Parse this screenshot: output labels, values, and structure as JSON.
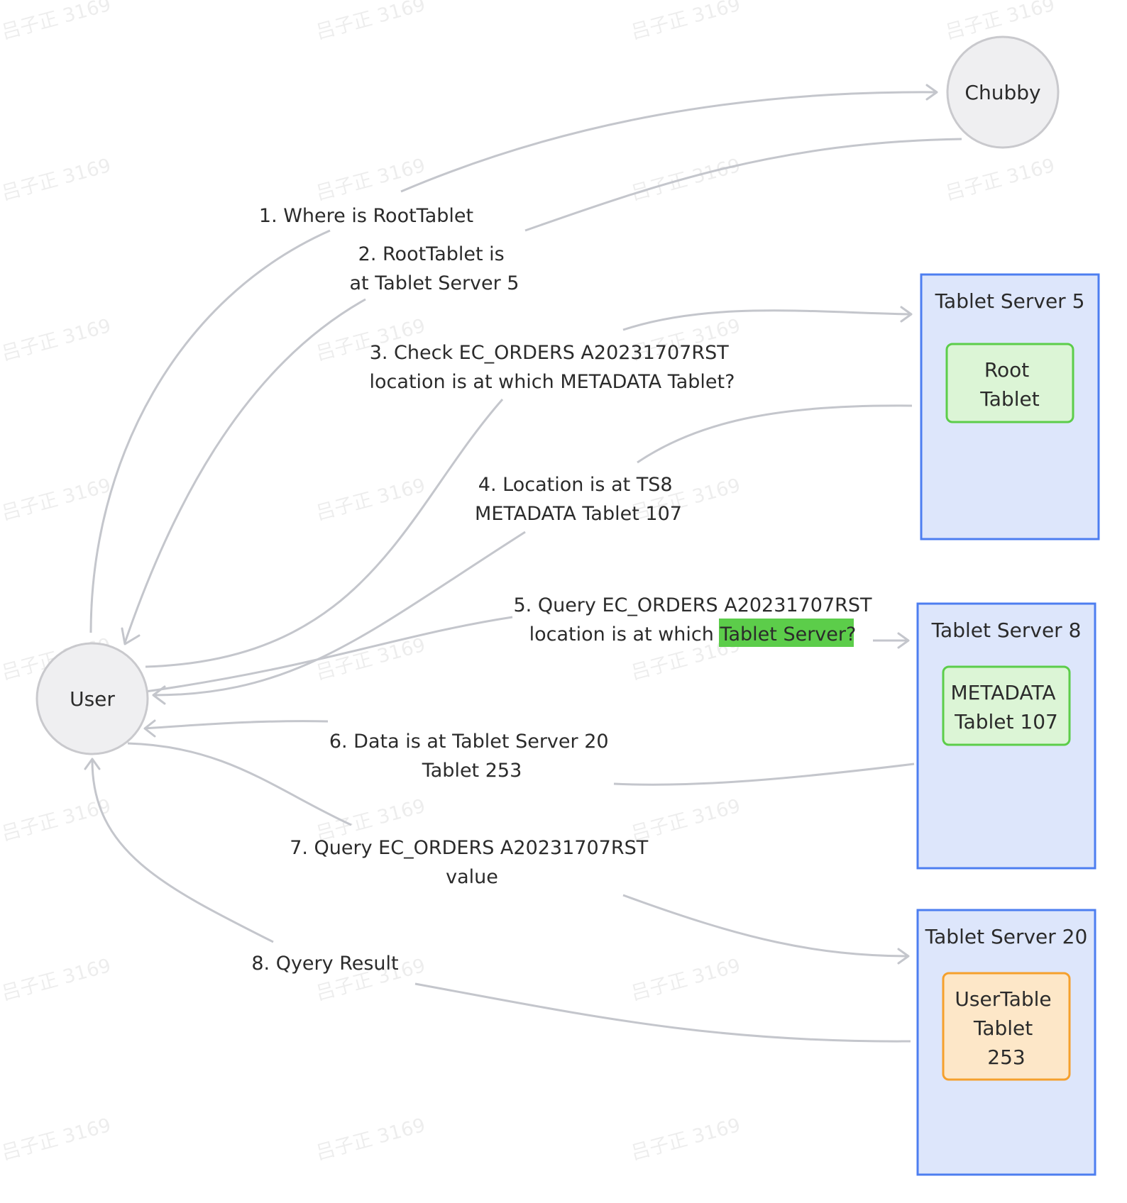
{
  "nodes": {
    "chubby": "Chubby",
    "user": "User",
    "ts5": {
      "title": "Tablet Server 5",
      "tablet": [
        "Root",
        "Tablet"
      ]
    },
    "ts8": {
      "title": "Tablet Server 8",
      "tablet": [
        "METADATA",
        "Tablet 107"
      ]
    },
    "ts20": {
      "title": "Tablet Server 20",
      "tablet": [
        "UserTable",
        "Tablet",
        "253"
      ]
    }
  },
  "edges": {
    "e1": [
      "1. Where is RootTablet"
    ],
    "e2": [
      "2. RootTablet is",
      "at Tablet Server 5"
    ],
    "e3": [
      "3. Check EC_ORDERS A20231707RST",
      "location is at which METADATA Tablet?"
    ],
    "e4": [
      "4. Location is at TS8",
      "METADATA Tablet 107"
    ],
    "e5": {
      "line1": "5. Query EC_ORDERS A20231707RST",
      "line2_plain": "location is at which ",
      "line2_highlight": "Tablet Server?"
    },
    "e6": [
      "6. Data is at Tablet Server 20",
      "Tablet 253"
    ],
    "e7": [
      "7. Query EC_ORDERS A20231707RST",
      "value"
    ],
    "e8": [
      "8. Qyery Result"
    ]
  },
  "watermark": "吕子正 3169",
  "colors": {
    "edge": "#c4c6cc",
    "circle_fill": "#efeff1",
    "circle_stroke": "#c9c9cd",
    "server_fill": "#dde6fb",
    "server_stroke": "#4d7ef0",
    "green_fill": "#dcf5d6",
    "green_stroke": "#5ccd4a",
    "orange_fill": "#fde7c8",
    "orange_stroke": "#f5a02d",
    "highlight": "#5ccd4a"
  }
}
